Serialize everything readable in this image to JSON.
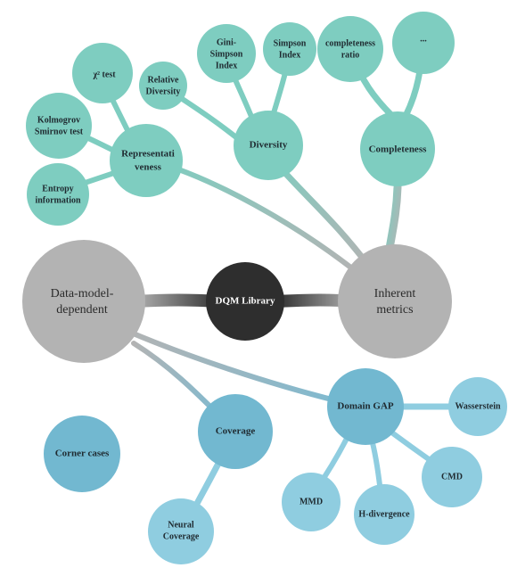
{
  "diagram": {
    "center": "DQM Library",
    "inherent": [
      "Inherent",
      "metrics"
    ],
    "data_model": [
      "Data-model-",
      "dependent"
    ],
    "diversity": "Diversity",
    "completeness": "Completeness",
    "representativeness": [
      "Representati",
      "veness"
    ],
    "gini_simpson": [
      "Gini-",
      "Simpson",
      "Index"
    ],
    "simpson_index": [
      "Simpson",
      "Index"
    ],
    "relative_diversity": [
      "Relative",
      "Diversity"
    ],
    "completeness_ratio": [
      "completeness",
      "ratio"
    ],
    "ellipsis": "...",
    "chi2_test": "χ² test",
    "kolmogorov": [
      "Kolmogrov",
      "Smirnov test"
    ],
    "entropy": [
      "Entropy",
      "information"
    ],
    "domain_gap": "Domain GAP",
    "wasserstein": "Wasserstein",
    "cmd": "CMD",
    "h_divergence": "H-divergence",
    "mmd": "MMD",
    "coverage": "Coverage",
    "neural_coverage": [
      "Neural",
      "Coverage"
    ],
    "corner_cases": "Corner cases"
  },
  "colors": {
    "teal": "#7ecdc0",
    "blue_dark": "#72b8d0",
    "blue_light": "#8fcde0",
    "gray": "#b3b3b3",
    "center": "#2e2e2e"
  }
}
